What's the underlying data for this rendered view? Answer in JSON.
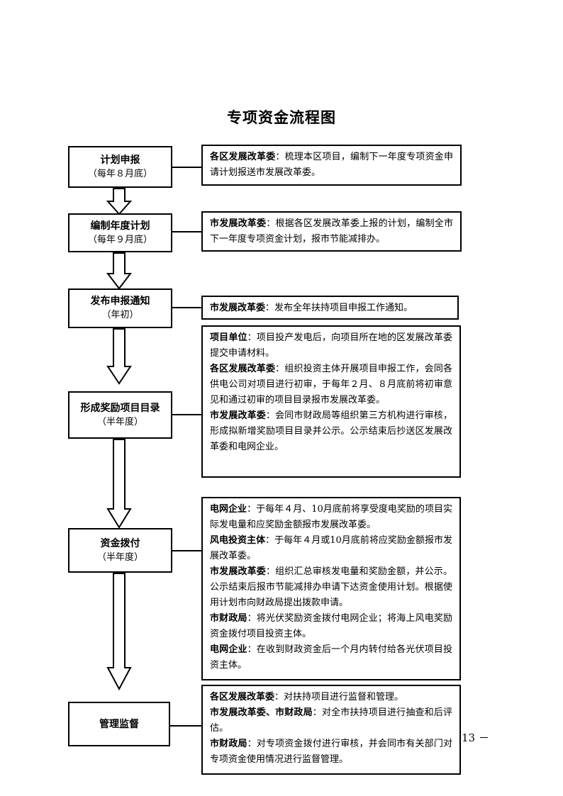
{
  "title": "专项资金流程图",
  "stages": [
    {
      "name": "计划申报",
      "time": "（每年８月底）"
    },
    {
      "name": "编制年度计划",
      "time": "（每年９月底）"
    },
    {
      "name": "发布申报通知",
      "time": "（年初）"
    },
    {
      "name": "形成奖励项目目录",
      "time": "（半年度）"
    },
    {
      "name": "资金拨付",
      "time": "（半年度）"
    },
    {
      "name": "管理监督",
      "time": ""
    }
  ],
  "descriptions": [
    [
      {
        "role": "各区发展改革委",
        "text": "：梳理本区项目，编制下一年度专项资金申请计划报送市发展改革委。"
      }
    ],
    [
      {
        "role": "市发展改革委",
        "text": "：根据各区发展改革委上报的计划，编制全市下一年度专项资金计划，报市节能减排办。"
      }
    ],
    [
      {
        "role": "市发展改革委",
        "text": "：发布全年扶持项目申报工作通知。"
      }
    ],
    [
      {
        "role": "项目单位",
        "text": "：项目投产发电后，向项目所在地的区发展改革委提交申请材料。"
      },
      {
        "role": "各区发展改革委",
        "text": "：组织投资主体开展项目申报工作，会同各供电公司对项目进行初审，于每年２月、８月底前将初审意见和通过初审的项目目录报市发展改革委。"
      },
      {
        "role": "市发展改革委",
        "text": "：会同市财政局等组织第三方机构进行审核，形成拟新增奖励项目目录并公示。公示结束后抄送区发展改革委和电网企业。"
      }
    ],
    [
      {
        "role": "电网企业",
        "text": "：于每年４月、10月底前将享受度电奖励的项目实际发电量和应奖励金额报市发展改革委。"
      },
      {
        "role": "风电投资主体",
        "text": "：于每年４月或10月底前将应奖励金额报市发展改革委。"
      },
      {
        "role": "市发展改革委",
        "text": "：组织汇总审核发电量和奖励金额，并公示。公示结束后报市节能减排办申请下达资金使用计划。根据使用计划市向财政局提出拨款申请。"
      },
      {
        "role": "市财政局",
        "text": "：将光伏奖励资金拨付电网企业；将海上风电奖励资金拨付项目投资主体。"
      },
      {
        "role": "电网企业",
        "text": "：在收到财政资金后一个月内转付给各光伏项目投资主体。"
      }
    ],
    [
      {
        "role": "各区发展改革委",
        "text": "：对扶持项目进行监督和管理。"
      },
      {
        "role": "市发展改革委、市财政局",
        "text": "：对全市扶持项目进行抽查和后评估。"
      },
      {
        "role": "市财政局",
        "text": "：对专项资金拨付进行审核，并会同市有关部门对专项资金使用情况进行监督管理。"
      }
    ]
  ],
  "page_number": "13 －"
}
